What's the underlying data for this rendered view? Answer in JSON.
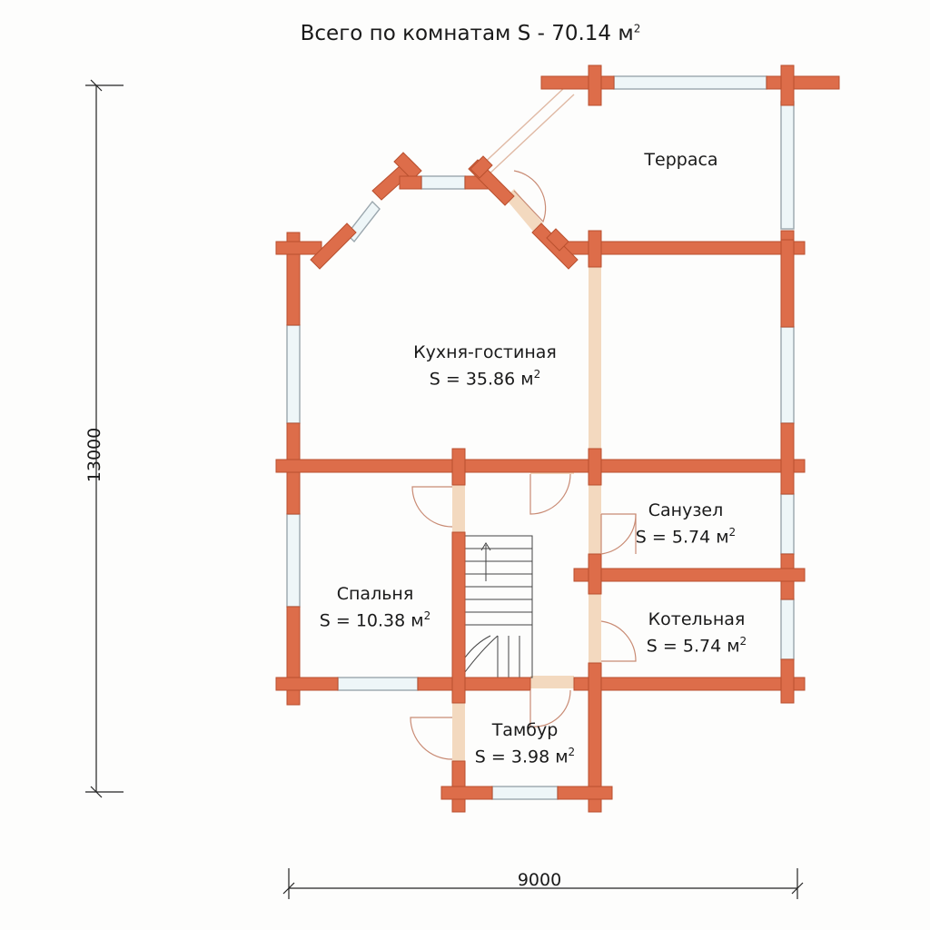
{
  "title": {
    "text": "Всего по комнатам S - 70.14 м",
    "sup": "2"
  },
  "rooms": {
    "terrace": {
      "name": "Терраса"
    },
    "kitchen": {
      "name": "Кухня-гостиная",
      "area": "S = 35.86 м",
      "sup": "2"
    },
    "bathroom": {
      "name": "Санузел",
      "area": "S = 5.74 м",
      "sup": "2"
    },
    "boiler": {
      "name": "Котельная",
      "area": "S = 5.74 м",
      "sup": "2"
    },
    "bedroom": {
      "name": "Спальня",
      "area": "S = 10.38 м",
      "sup": "2"
    },
    "vestibule": {
      "name": "Тамбур",
      "area": "S = 3.98 м",
      "sup": "2"
    }
  },
  "dimensions": {
    "height": "13000",
    "width": "9000"
  },
  "colors": {
    "wall": "#dd6d4a",
    "wall_edge": "#b9502f",
    "partition": "#f3d9bf",
    "window_frame": "#9aa6ad",
    "window_glass": "#eef6f8",
    "door_arc": "#c98b74"
  }
}
